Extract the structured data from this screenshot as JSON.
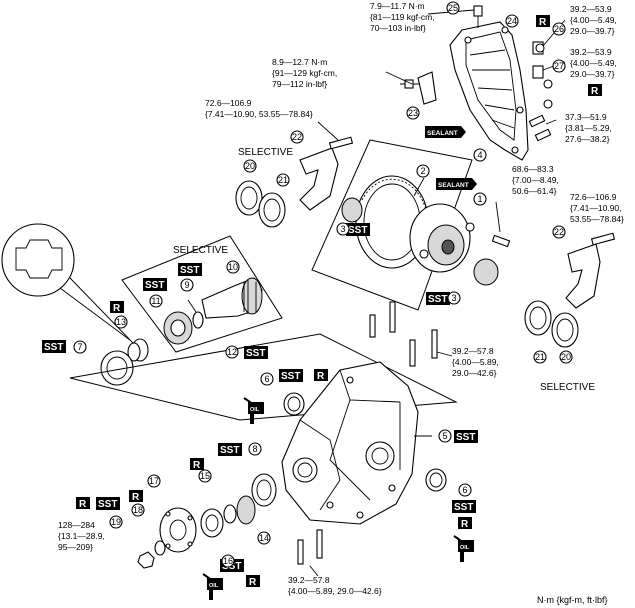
{
  "torques": {
    "t25": [
      "7.9—11.7 N·m",
      "{81—119 kgf-cm,",
      "70—103 in-lbf}"
    ],
    "t26": [
      "39.2—53.9",
      "{4.00—5.49,",
      "29.0—39.7}"
    ],
    "t27": [
      "39.2—53.9",
      "{4.00—5.49,",
      "29.0—39.7}"
    ],
    "t23": [
      "8.9—12.7 N·m",
      "{91—129 kgf-cm,",
      "79—112 in-lbf}"
    ],
    "t22a": [
      "72.6—106.9",
      "{7.41—10.90, 53.55—78.84}"
    ],
    "t37": [
      "37.3—51.9",
      "{3.81—5.29,",
      "27.6—38.2}"
    ],
    "t4": [
      "68.6—83.3",
      "{7.00—8.49,",
      "50.6—61.4}"
    ],
    "t22b": [
      "72.6—106.9",
      "{7.41—10.90,",
      "53.55—78.84}"
    ],
    "tstud": [
      "39.2—57.8",
      "{4.00—5.89,",
      "29.0—42.6}"
    ],
    "t19": [
      "128—284",
      "{13.1—28.9,",
      "95—209}"
    ],
    "tbottom": [
      "39.2—57.8",
      "{4.00—5.89, 29.0—42.6}"
    ]
  },
  "labels": {
    "selective": "SELECTIVE",
    "sst": "SST",
    "r": "R",
    "sealant": "SEALANT",
    "oil": "OIL",
    "units": "N·m {kgf-m, ft·lbf}"
  },
  "callouts": [
    "1",
    "2",
    "3",
    "4",
    "5",
    "6",
    "7",
    "8",
    "9",
    "10",
    "11",
    "12",
    "13",
    "14",
    "15",
    "16",
    "17",
    "18",
    "19",
    "20",
    "21",
    "22",
    "23",
    "24",
    "25",
    "26",
    "27"
  ]
}
